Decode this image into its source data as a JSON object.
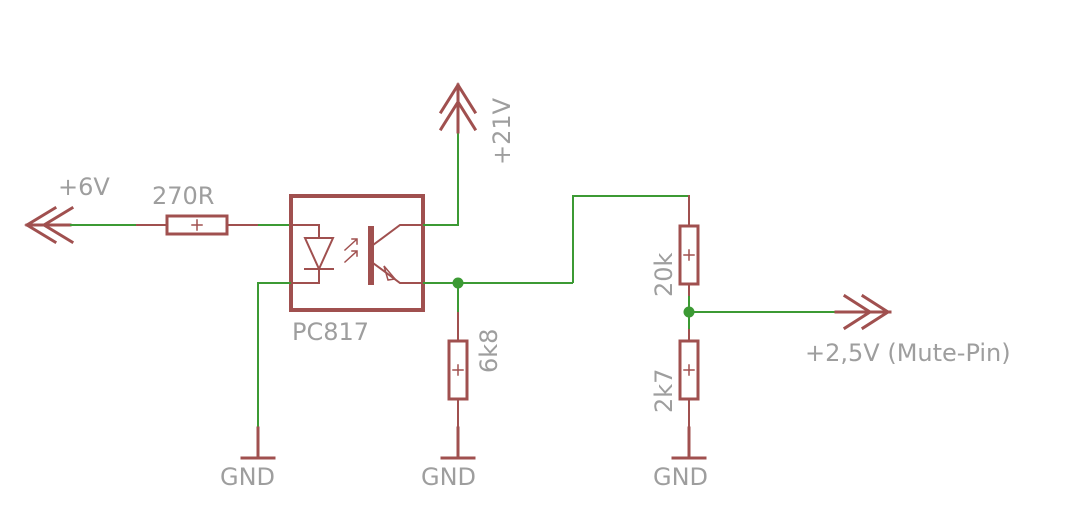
{
  "labels": {
    "supply_6v": "+6V",
    "supply_21v": "+21V",
    "resistor_input": "270R",
    "optocoupler": "PC817",
    "resistor_pulldown": "6k8",
    "resistor_top": "20k",
    "resistor_bottom": "2k7",
    "output": "+2,5V (Mute-Pin)",
    "gnd_1": "GND",
    "gnd_2": "GND",
    "gnd_3": "GND"
  },
  "colors": {
    "background": "#ffffff",
    "component": "#a0504f",
    "wire": "#3c9a34",
    "label": "#9e9e9e"
  }
}
